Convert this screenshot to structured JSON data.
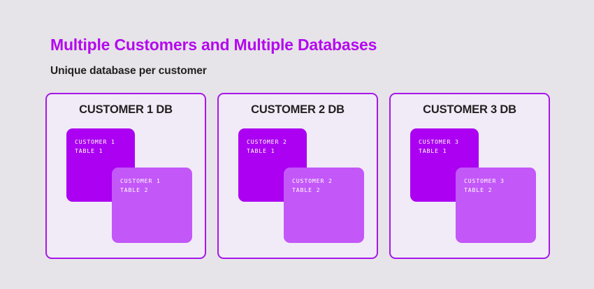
{
  "header": {
    "title": "Multiple Customers and Multiple Databases",
    "subtitle": "Unique database per customer",
    "title_color": "#b409ef",
    "subtitle_color": "#231f20"
  },
  "theme": {
    "page_background": "#e6e4e8",
    "card_background": "#f0ebf7",
    "card_border": "#a817e8",
    "table_box_dark": "#ab00f2",
    "table_box_light": "#c357f8",
    "table_text": "#ffffff"
  },
  "cards": [
    {
      "title": "CUSTOMER 1 DB",
      "tables": [
        {
          "line1": "CUSTOMER 1",
          "line2": "TABLE 1",
          "shade": "dark"
        },
        {
          "line1": "CUSTOMER 1",
          "line2": "TABLE 2",
          "shade": "light"
        }
      ]
    },
    {
      "title": "CUSTOMER 2 DB",
      "tables": [
        {
          "line1": "CUSTOMER 2",
          "line2": "TABLE 1",
          "shade": "dark"
        },
        {
          "line1": "CUSTOMER 2",
          "line2": "TABLE 2",
          "shade": "light"
        }
      ]
    },
    {
      "title": "CUSTOMER 3 DB",
      "tables": [
        {
          "line1": "CUSTOMER 3",
          "line2": "TABLE 1",
          "shade": "dark"
        },
        {
          "line1": "CUSTOMER 3",
          "line2": "TABLE 2",
          "shade": "light"
        }
      ]
    }
  ]
}
